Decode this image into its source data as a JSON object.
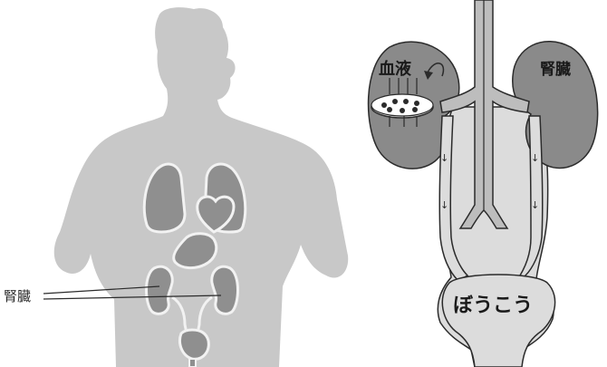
{
  "left_panel": {
    "kidney_label": "腎臓"
  },
  "right_panel": {
    "blood_label": "血液",
    "kidney_label": "腎臓",
    "bladder_label": "ぼうこう"
  },
  "colors": {
    "body_silhouette": "#c8c8c8",
    "organ_fill": "#8f8f8f",
    "organ_stroke": "#f2f2f2",
    "diagram_fill": "#dcdcdc",
    "kidney_fill": "#8a8a8a",
    "outline": "#2b2b2b",
    "vessel_fill": "#bdbdbd"
  }
}
